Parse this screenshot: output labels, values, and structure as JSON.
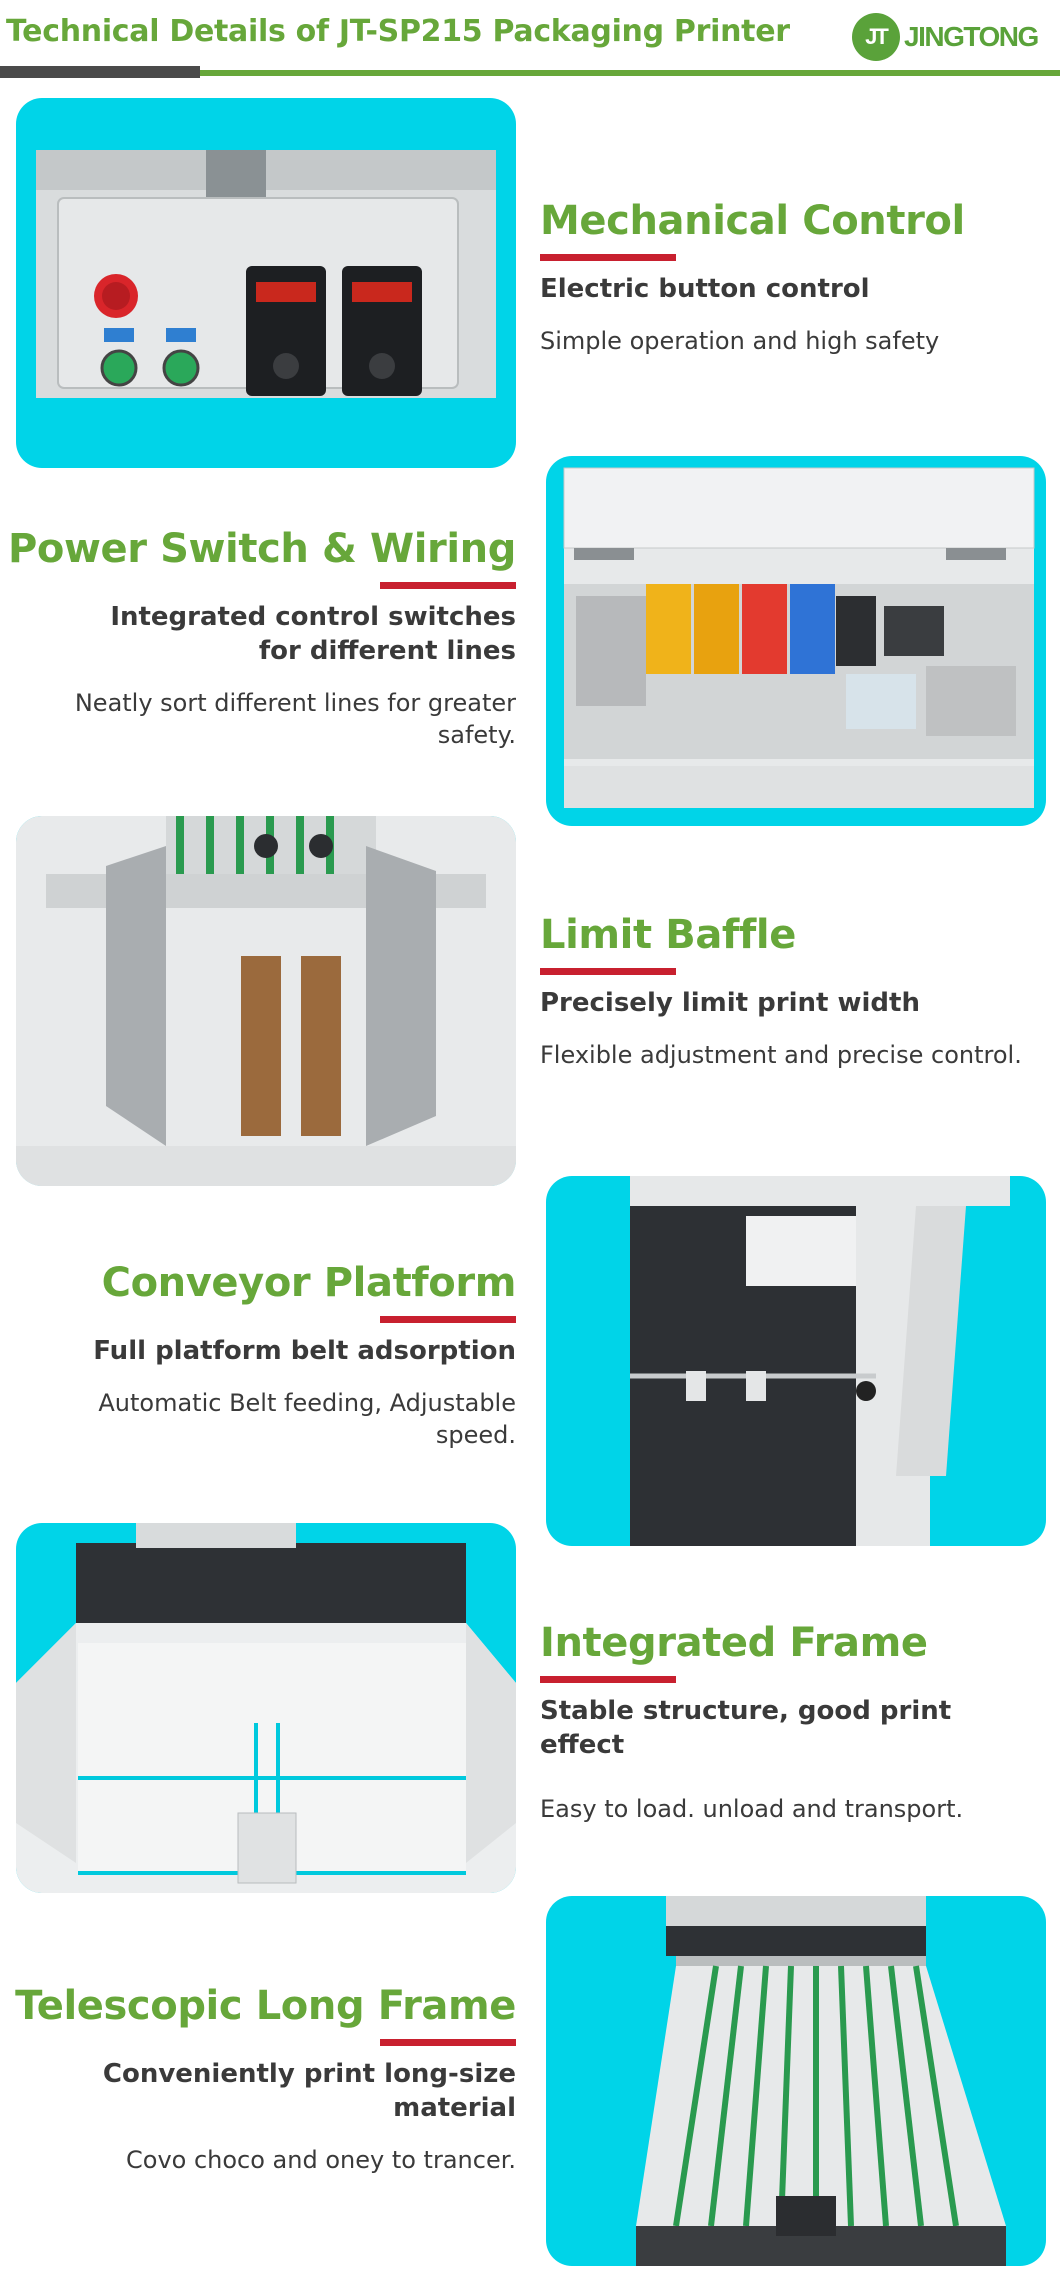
{
  "header": {
    "title": "Technical Details of JT-SP215 Packaging Printer",
    "logo_mark": "JT",
    "logo_text": "JINGTONG",
    "accent": "#67a73a",
    "dark_bar": "#4a4a4a"
  },
  "colors": {
    "heading": "#67a73a",
    "rule": "#c8202f",
    "text": "#3a3a3a",
    "photo_bg": "#00d4e8"
  },
  "sections": [
    {
      "heading": "Mechanical Control",
      "subheading": "Electric button control",
      "description": "Simple operation and high safety",
      "photo_icon": "control-panel-photo"
    },
    {
      "heading": "Power Switch & Wiring",
      "subheading": "Integrated control switches for different lines",
      "description": "Neatly sort different lines for greater safety.",
      "photo_icon": "wiring-cabinet-photo"
    },
    {
      "heading": "Limit Baffle",
      "subheading": "Precisely limit print width",
      "description": "Flexible adjustment and precise control.",
      "photo_icon": "limit-baffle-photo"
    },
    {
      "heading": "Conveyor Platform",
      "subheading": "Full platform belt adsorption",
      "description": "Automatic Belt feeding, Adjustable speed.",
      "photo_icon": "conveyor-platform-photo"
    },
    {
      "heading": "Integrated Frame",
      "subheading": "Stable structure, good print effect",
      "description": "Easy to load. unload and transport.",
      "photo_icon": "integrated-frame-photo"
    },
    {
      "heading": "Telescopic Long Frame",
      "subheading": "Conveniently print long-size material",
      "description": "Covo choco and oney to trancer.",
      "photo_icon": "telescopic-frame-photo"
    }
  ]
}
